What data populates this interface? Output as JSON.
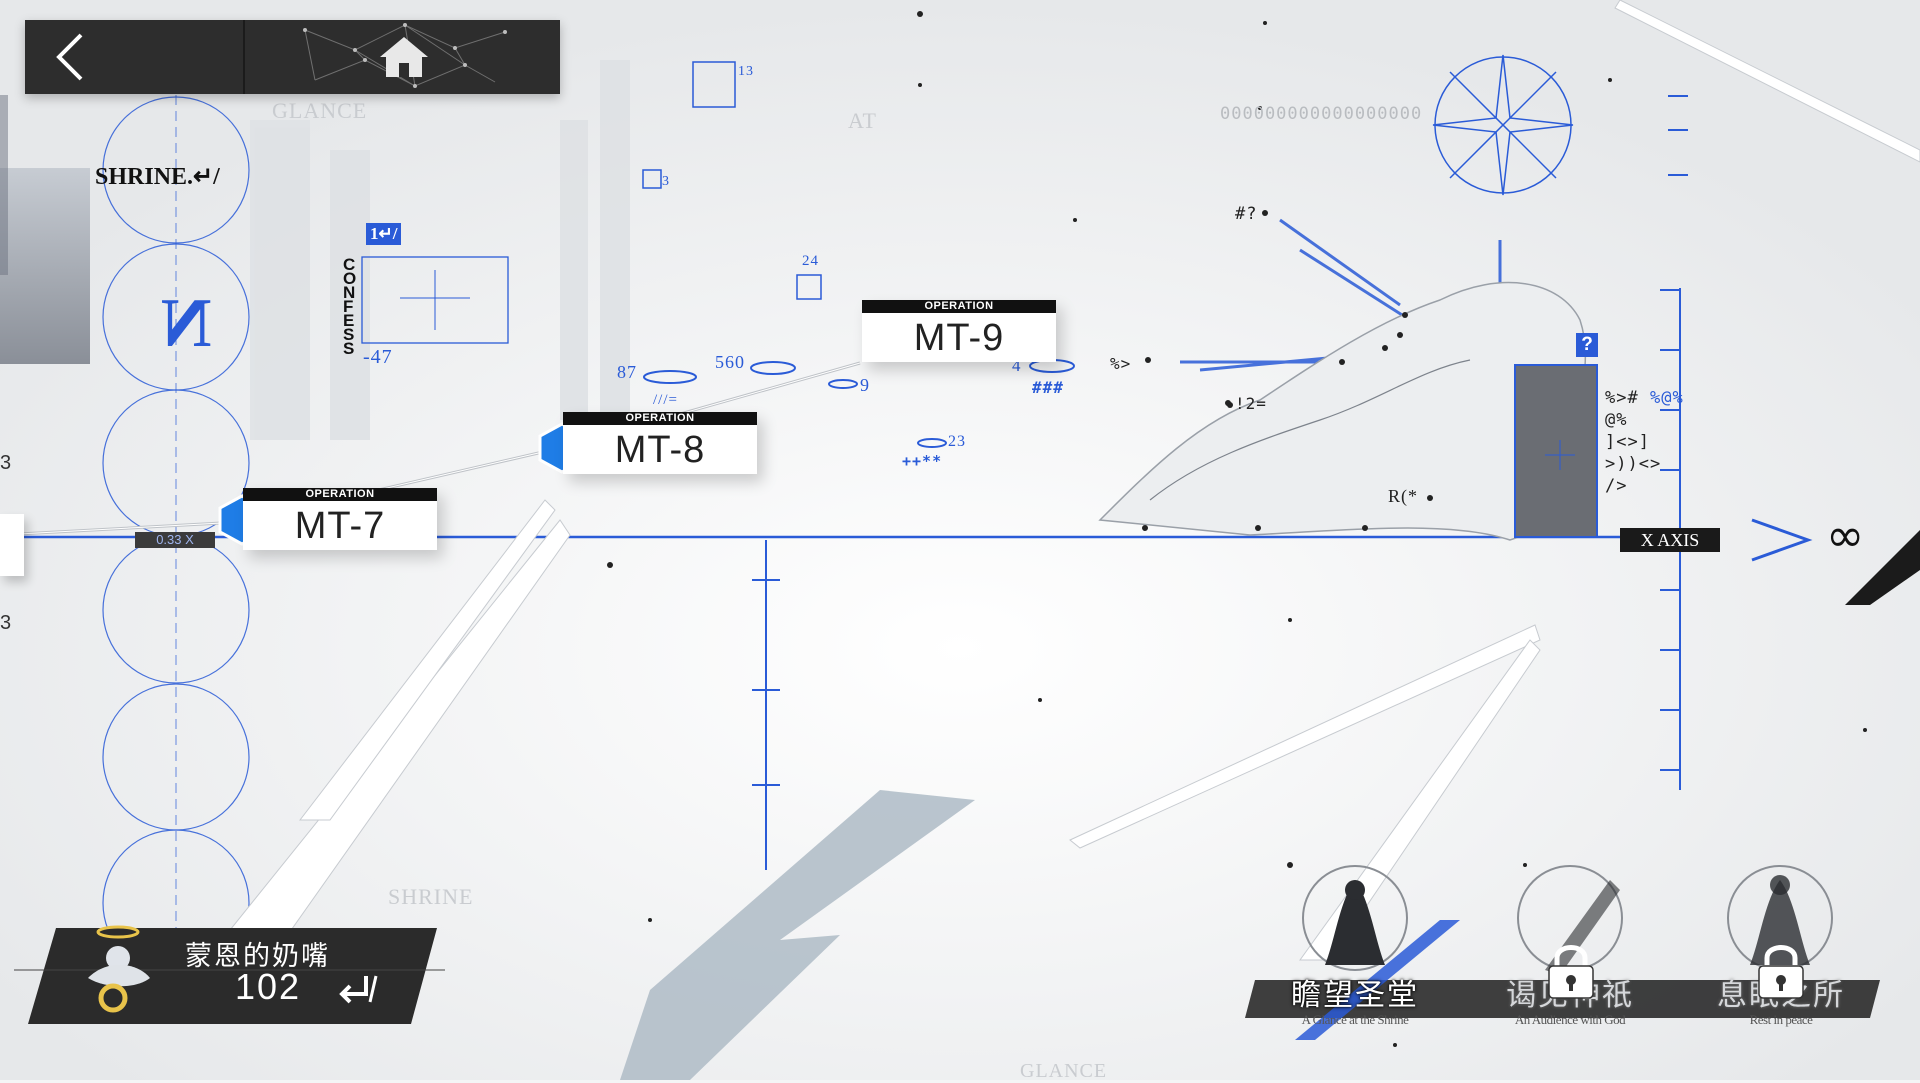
{
  "nav": {
    "back_icon": "chevron-left-icon",
    "home_icon": "home-icon"
  },
  "stages": [
    {
      "tag": "OPERATION",
      "code": "MT-7"
    },
    {
      "tag": "OPERATION",
      "code": "MT-8"
    },
    {
      "tag": "OPERATION",
      "code": "MT-9"
    }
  ],
  "map_labels": {
    "shrine_top": "SHRINE.↵/",
    "glance_top": "GLANCE",
    "at": "AT",
    "zeros": "000000000000000000",
    "confess": "CONFESS",
    "marker_1": "1↵/",
    "n_glyph": "N",
    "minus47": "-47",
    "n87": "87",
    "n560": "560",
    "n9": "9",
    "n4": "4",
    "hash3": "###",
    "n24": "24",
    "n23": "23",
    "plus": "++**",
    "slashes": "///=",
    "n13": "13",
    "n3": "3",
    "sym1": "#?",
    "sym2": "%>",
    "sym3": "!2=",
    "sym4": "R(*",
    "sym5": "%>#",
    "sym6": "%@%",
    "sym7": "@%",
    "sym8": "]<>]",
    "sym9": ">))<>",
    "sym10": "/>",
    "question": "?",
    "x_axis": "X AXIS",
    "infinity": "∞",
    "scale": "0.33 X",
    "shrine_bottom": "SHRINE",
    "glance_bottom": "GLANCE",
    "left3a": "3",
    "left3b": "3"
  },
  "entries": [
    {
      "title": "瞻望圣堂",
      "subtitle": "A Glance at the Shrine",
      "locked": false
    },
    {
      "title": "谒见神祇",
      "subtitle": "An Audience with God",
      "locked": true
    },
    {
      "title": "息眠之所",
      "subtitle": "Rest in peace",
      "locked": true
    }
  ],
  "item": {
    "name": "蒙恩的奶嘴",
    "count": "102",
    "icon": "pacifier-icon"
  },
  "colors": {
    "accent": "#2a5bd7",
    "dark": "#2d2d2d",
    "background": "#f4f5f6"
  }
}
